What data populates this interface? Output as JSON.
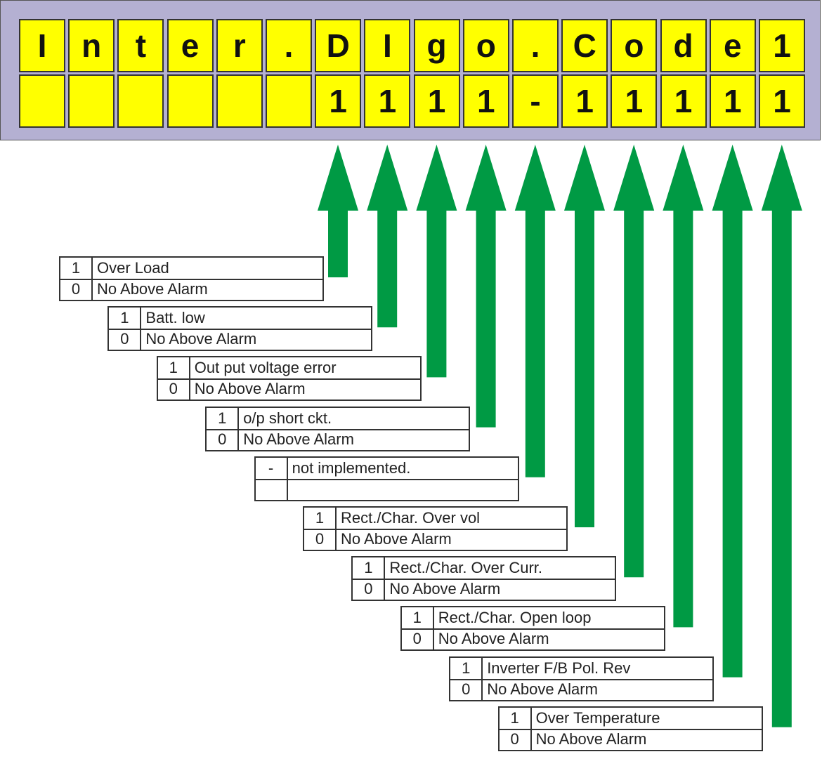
{
  "display": {
    "row1": [
      "I",
      "n",
      "t",
      "e",
      "r",
      ".",
      "D",
      "I",
      "g",
      "o",
      ".",
      "C",
      "o",
      "d",
      "e",
      "1"
    ],
    "row2": [
      "",
      "",
      "",
      "",
      "",
      "",
      "1",
      "1",
      "1",
      "1",
      "-",
      "1",
      "1",
      "1",
      "1",
      "1"
    ]
  },
  "legend": [
    {
      "key1": "1",
      "desc1": "Over Load",
      "key0": "0",
      "desc0": "No Above Alarm"
    },
    {
      "key1": "1",
      "desc1": "Batt. low",
      "key0": "0",
      "desc0": "No Above Alarm"
    },
    {
      "key1": "1",
      "desc1": "Out put voltage error",
      "key0": "0",
      "desc0": "No Above Alarm"
    },
    {
      "key1": "1",
      "desc1": "o/p short ckt.",
      "key0": "0",
      "desc0": "No Above Alarm"
    },
    {
      "key1": "-",
      "desc1": "not implemented.",
      "key0": "",
      "desc0": ""
    },
    {
      "key1": "1",
      "desc1": "Rect./Char. Over vol",
      "key0": "0",
      "desc0": "No Above Alarm"
    },
    {
      "key1": "1",
      "desc1": "Rect./Char. Over Curr.",
      "key0": "0",
      "desc0": "No Above Alarm"
    },
    {
      "key1": "1",
      "desc1": "Rect./Char. Open loop",
      "key0": "0",
      "desc0": "No Above Alarm"
    },
    {
      "key1": "1",
      "desc1": "Inverter F/B Pol. Rev",
      "key0": "0",
      "desc0": "No Above Alarm"
    },
    {
      "key1": "1",
      "desc1": "Over Temperature",
      "key0": "0",
      "desc0": "No Above Alarm"
    }
  ],
  "colors": {
    "panel": "#b4b0d2",
    "cell": "#ffff00",
    "arrow": "#009a44"
  }
}
